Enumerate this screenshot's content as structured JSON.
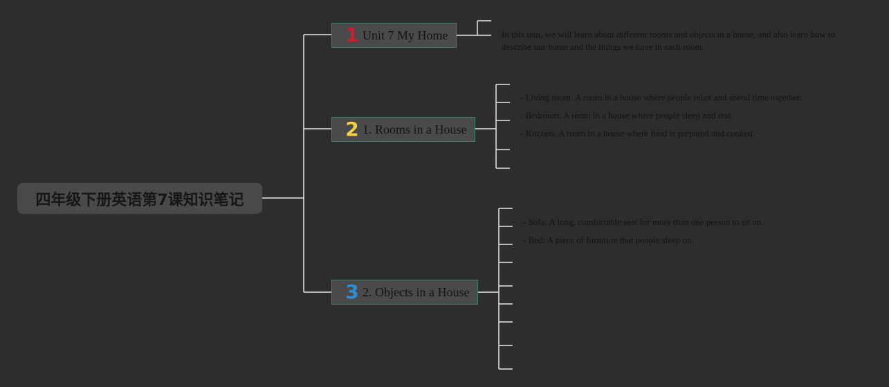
{
  "root": {
    "title": "四年级下册英语第7课知识笔记"
  },
  "branches": [
    {
      "number": "1",
      "number_color": "#c8202e",
      "label": "Unit 7 My Home",
      "leaves": [
        "In this unit, we will learn about different rooms and objects in a house, and also learn how to describe our home and the things we have in each room."
      ]
    },
    {
      "number": "2",
      "number_color": "#f0d04a",
      "label": "1. Rooms in a House",
      "leaves": [
        "- Living room: A room in a house where people relax and spend time together.",
        "- Bedroom: A room in a house where people sleep and rest.",
        "- Kitchen: A room in a house where food is prepared and cooked."
      ]
    },
    {
      "number": "3",
      "number_color": "#2d8fd6",
      "label": "2. Objects in a House",
      "leaves": [
        "- Sofa: A long, comfortable seat for more than one person to sit on.",
        "- Bed: A piece of furniture that people sleep on."
      ]
    }
  ],
  "colors": {
    "background": "#2d2d2d",
    "node_fill": "#4a4a4a",
    "node_border": "#3f7f6c",
    "connector": "#e8e8e8"
  }
}
